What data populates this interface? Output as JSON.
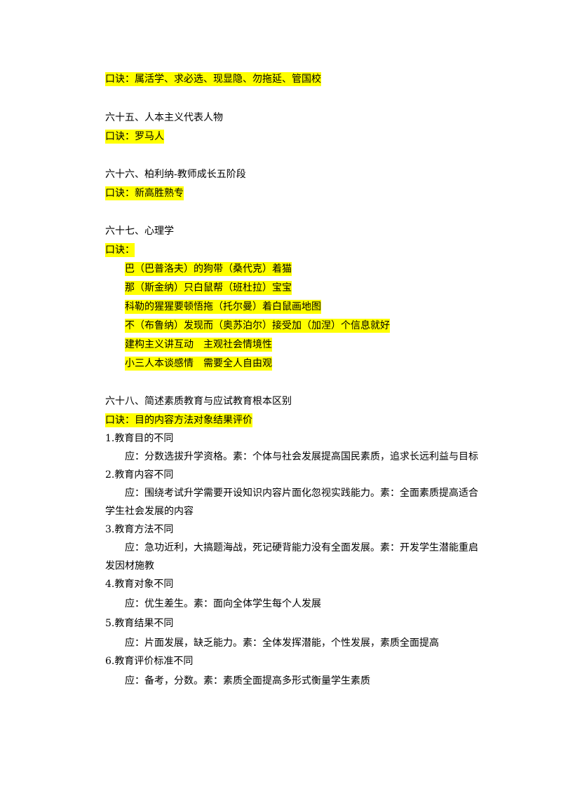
{
  "s64": {
    "mnemonic": "口诀：属活学、求必选、现显隐、勿拖延、管国校"
  },
  "s65": {
    "title": "六十五、人本主义代表人物",
    "mnemonic": "口诀：罗马人"
  },
  "s66": {
    "title": "六十六、柏利纳-教师成长五阶段",
    "mnemonic": "口诀：新高胜熟专"
  },
  "s67": {
    "title": "六十七、心理学",
    "mnemonic_label": "口诀：",
    "lines": [
      "巴（巴普洛夫）的狗带（桑代克）着猫",
      "那（斯金纳）只白鼠帮（班杜拉）宝宝",
      "科勒的猩猩要顿悟拖（托尔曼）着白鼠画地图",
      "不（布鲁纳）发现而（奥苏泊尔）接受加（加涅）个信息就好",
      "建构主义讲互动　主观社会情境性",
      "小三人本谈感情　需要全人自由观"
    ]
  },
  "s68": {
    "title": "六十八、简述素质教育与应试教育根本区别",
    "mnemonic": "口诀：目的内容方法对象结果评价",
    "items": [
      {
        "head": "1.教育目的不同",
        "body": "应：分数选拔升学资格。素：个体与社会发展提高国民素质，追求长远利益与目标"
      },
      {
        "head": "2.教育内容不同",
        "body": "应：围绕考试升学需要开设知识内容片面化忽视实践能力。素：全面素质提高适合学生社会发展的内容"
      },
      {
        "head": "3.教育方法不同",
        "body": "应：急功近利，大搞题海战，死记硬背能力没有全面发展。素：开发学生潜能重启发因材施教"
      },
      {
        "head": "4.教育对象不同",
        "body": "应：优生差生。素：面向全体学生每个人发展"
      },
      {
        "head": "5.教育结果不同",
        "body": "应：片面发展，缺乏能力。素：全体发挥潜能，个性发展，素质全面提高"
      },
      {
        "head": "6.教育评价标准不同",
        "body": "应：备考，分数。素：素质全面提高多形式衡量学生素质"
      }
    ]
  }
}
